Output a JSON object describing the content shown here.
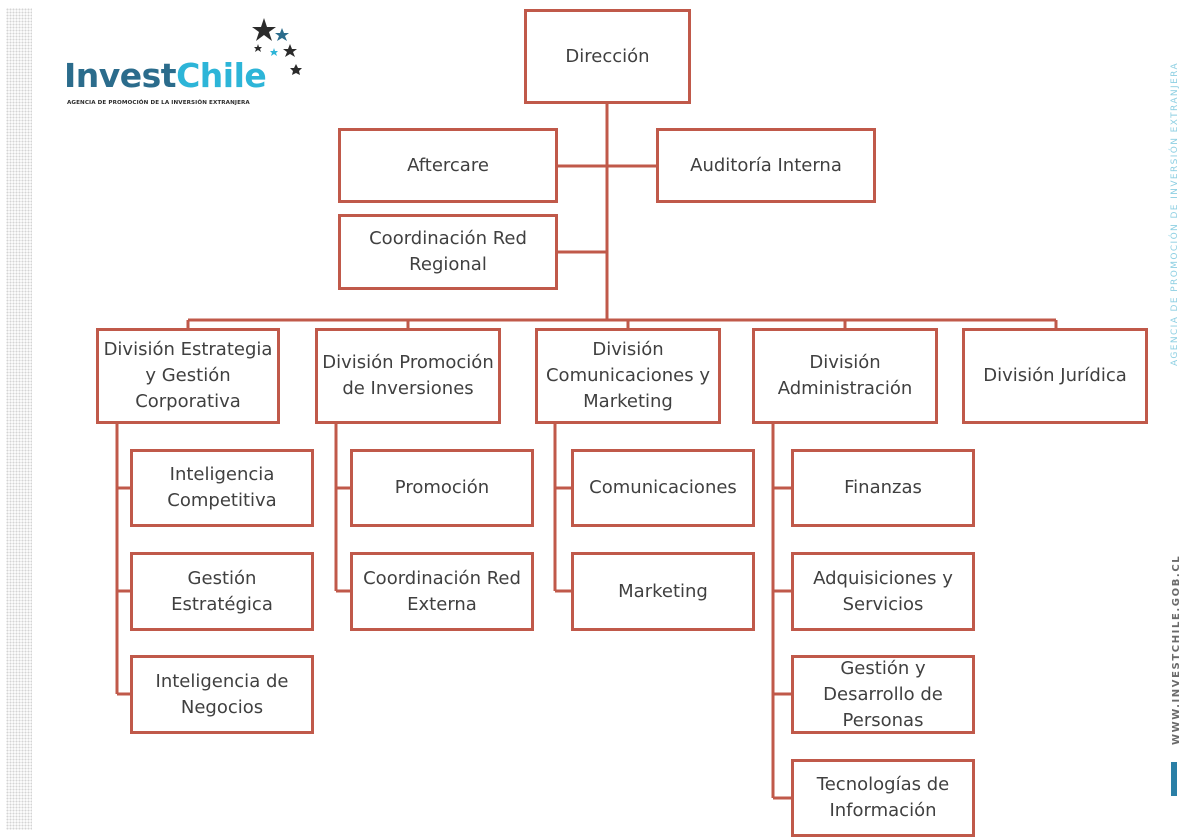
{
  "logo": {
    "name_part1": "Invest",
    "name_part2": "Chile",
    "tagline": "AGENCIA DE PROMOCIÓN DE LA INVERSIÓN EXTRANJERA"
  },
  "side": {
    "agency": "AGENCIA DE PROMOCIÓN DE INVERSIÓN EXTRANJERA",
    "url": "WWW.INVESTCHILE.GOB.CL"
  },
  "colors": {
    "box_border": "#c0594a",
    "brand_dark": "#2b6c8c",
    "brand_light": "#2db5d8"
  },
  "org": {
    "direccion": "Dirección",
    "aftercare": "Aftercare",
    "auditoria": "Auditoría Interna",
    "coord_regional": "Coordinación Red Regional",
    "div_estrategia": "División Estrategia y Gestión Corporativa",
    "div_promocion": "División Promoción de Inversiones",
    "div_comunicaciones": "División Comunicaciones y Marketing",
    "div_administracion": "División Administración",
    "div_juridica": "División Jurídica",
    "inteligencia_competitiva": "Inteligencia Competitiva",
    "gestion_estrategica": "Gestión Estratégica",
    "inteligencia_negocios": "Inteligencia de Negocios",
    "promocion": "Promoción",
    "coord_externa": "Coordinación Red Externa",
    "comunicaciones": "Comunicaciones",
    "marketing": "Marketing",
    "finanzas": "Finanzas",
    "adquisiciones": "Adquisiciones y Servicios",
    "gestion_personas": "Gestión y Desarrollo de Personas",
    "tecnologias": "Tecnologías de Información"
  }
}
